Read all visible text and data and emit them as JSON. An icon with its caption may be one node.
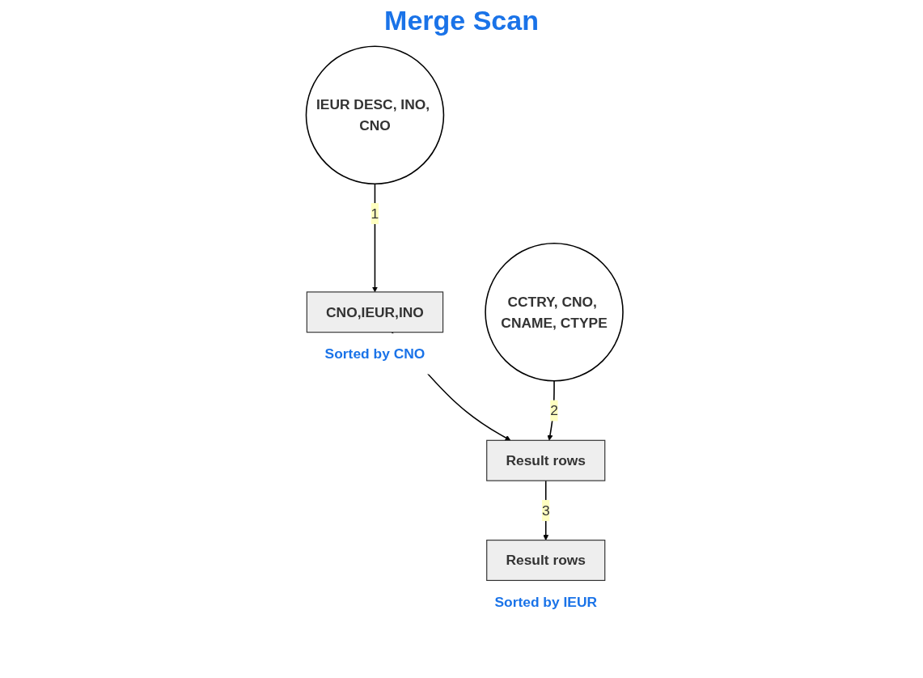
{
  "diagram": {
    "title": "Merge Scan",
    "nodes": [
      {
        "text": [
          "CCTRY, CNO, CNAME, CTYPE"
        ]
      },
      {
        "text": [
          "IEUR DESC, INO, CNO"
        ]
      },
      {
        "text": [
          "CNO,IEUR,INO"
        ],
        "beside": [
          "Sorted by CNO"
        ]
      },
      {
        "text": [
          "Result rows"
        ]
      },
      {
        "text": [
          "Result rows"
        ],
        "beside": [
          "Sorted by IEUR"
        ]
      }
    ],
    "edges": [
      {
        "from": 1,
        "to": 2,
        "arrow": "to",
        "label": "1"
      },
      {
        "from": 0,
        "to": 3,
        "arrow": "to",
        "label": "2"
      },
      {
        "from": 2,
        "to": 3,
        "arrow": "to"
      },
      {
        "from": 3,
        "to": 4,
        "arrow": "to",
        "label": "3"
      }
    ]
  }
}
